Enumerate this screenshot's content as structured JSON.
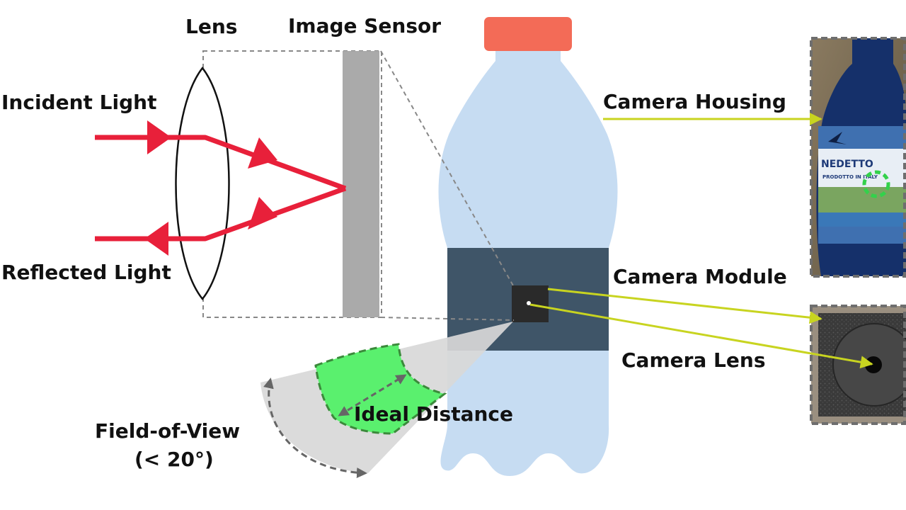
{
  "labels": {
    "lens": "Lens",
    "image_sensor": "Image Sensor",
    "incident_light": "Incident Light",
    "reflected_light": "Reflected Light",
    "camera_housing": "Camera Housing",
    "camera_module": "Camera Module",
    "camera_lens": "Camera Lens",
    "ideal_distance": "Ideal Distance",
    "field_of_view": "Field-of-View",
    "fov_angle": "(< 20°)"
  },
  "photo_insets": {
    "bottle_label_text": "NEDETTO",
    "bottle_label_subtext": "PRODOTTO IN ITALY"
  },
  "colors": {
    "light_ray": "#e8203a",
    "bottle_body": "#c6dcf2",
    "bottle_cap": "#f36b57",
    "camera_band": "#3f5568",
    "camera_module": "#2a2a2a",
    "image_sensor": "#aaaaaa",
    "fov_cone": "#d8d8d8",
    "ideal_zone": "#5af06e",
    "pointer_arrow": "#c8d420",
    "dashed_outline": "#777777"
  }
}
